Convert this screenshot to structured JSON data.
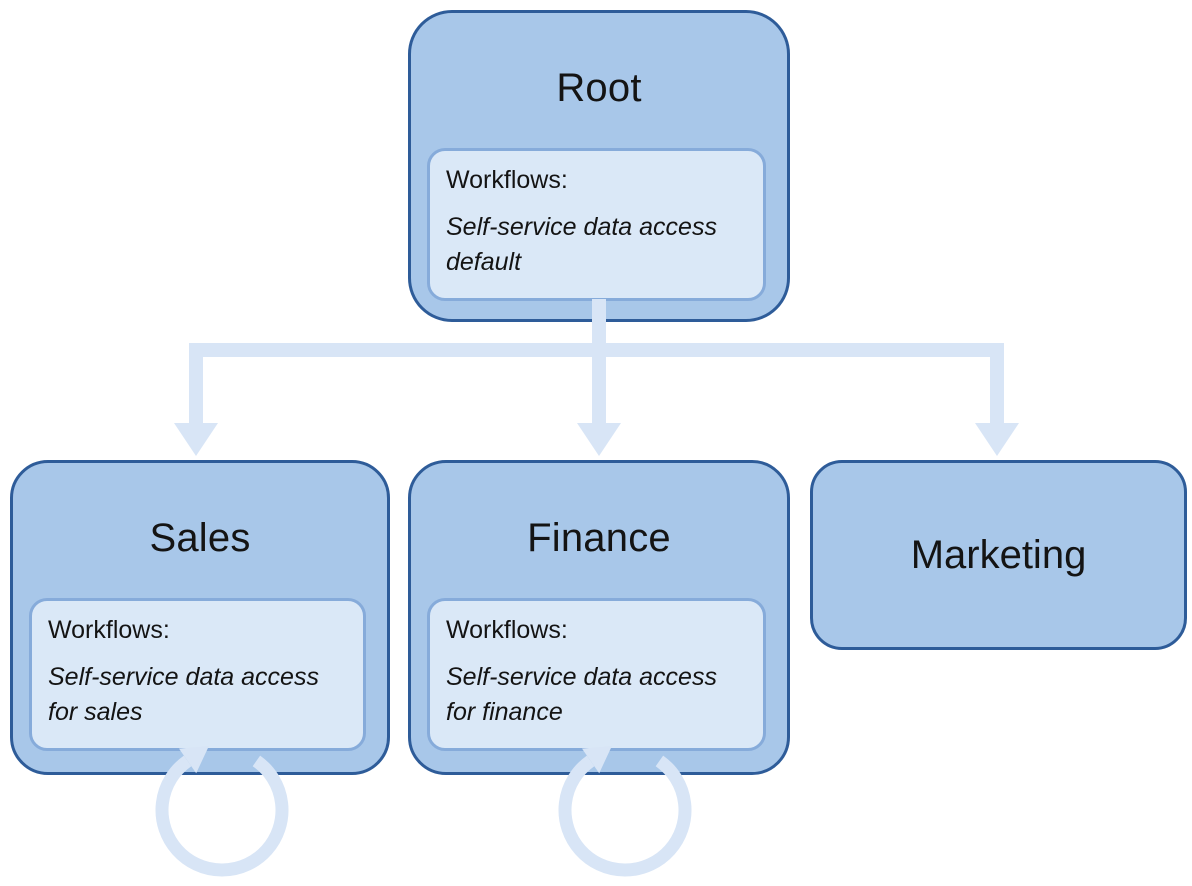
{
  "colors": {
    "node_fill": "#A8C7E9",
    "node_border": "#2E5C99",
    "inner_fill": "#DAE8F7",
    "inner_border": "#86ABDA",
    "arrow": "#D8E5F6",
    "text": "#141414"
  },
  "nodes": {
    "root": {
      "title": "Root",
      "workflows_label": "Workflows:",
      "workflow_description": "Self-service data access default"
    },
    "sales": {
      "title": "Sales",
      "workflows_label": "Workflows:",
      "workflow_description": "Self-service data access for sales"
    },
    "finance": {
      "title": "Finance",
      "workflows_label": "Workflows:",
      "workflow_description": "Self-service data access for finance"
    },
    "marketing": {
      "title": "Marketing"
    }
  }
}
